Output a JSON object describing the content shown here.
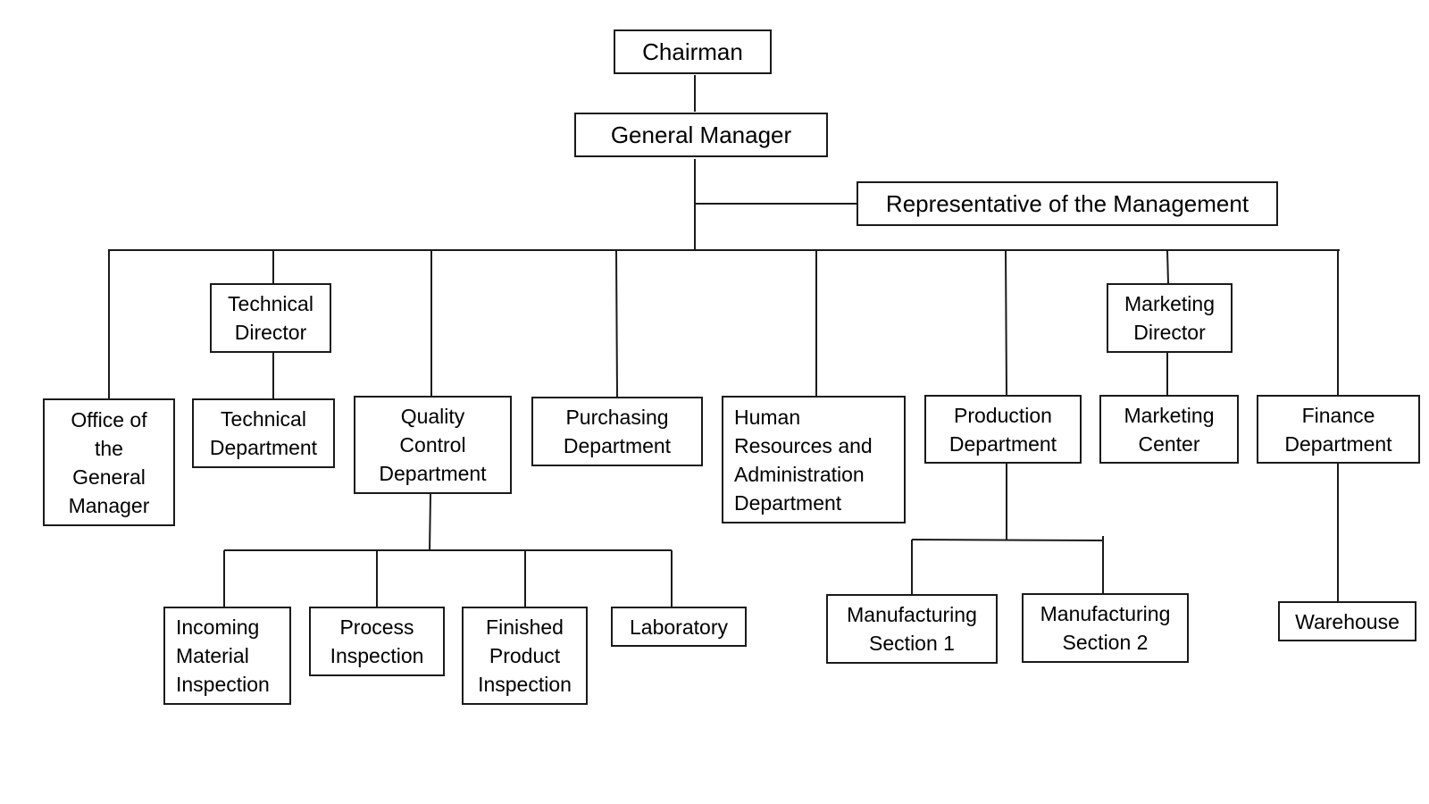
{
  "diagram": {
    "chairman": "Chairman",
    "general_manager": "General Manager",
    "management_rep": "Representative of the Management",
    "technical_director": "Technical Director",
    "marketing_director": "Marketing Director",
    "office_gm": "Office of the General Manager",
    "technical_dept": "Technical Department",
    "quality_dept": "Quality Control Department",
    "purchasing_dept": "Purchasing Department",
    "hr_dept": "Human Resources and Administration Department",
    "production_dept": "Production Department",
    "marketing_center": "Marketing Center",
    "finance_dept": "Finance Department",
    "incoming_inspection": "Incoming Material Inspection",
    "process_inspection": "Process Inspection",
    "finished_inspection": "Finished Product Inspection",
    "laboratory": "Laboratory",
    "manufacturing_1": "Manufacturing Section 1",
    "manufacturing_2": "Manufacturing Section 2",
    "warehouse": "Warehouse"
  }
}
